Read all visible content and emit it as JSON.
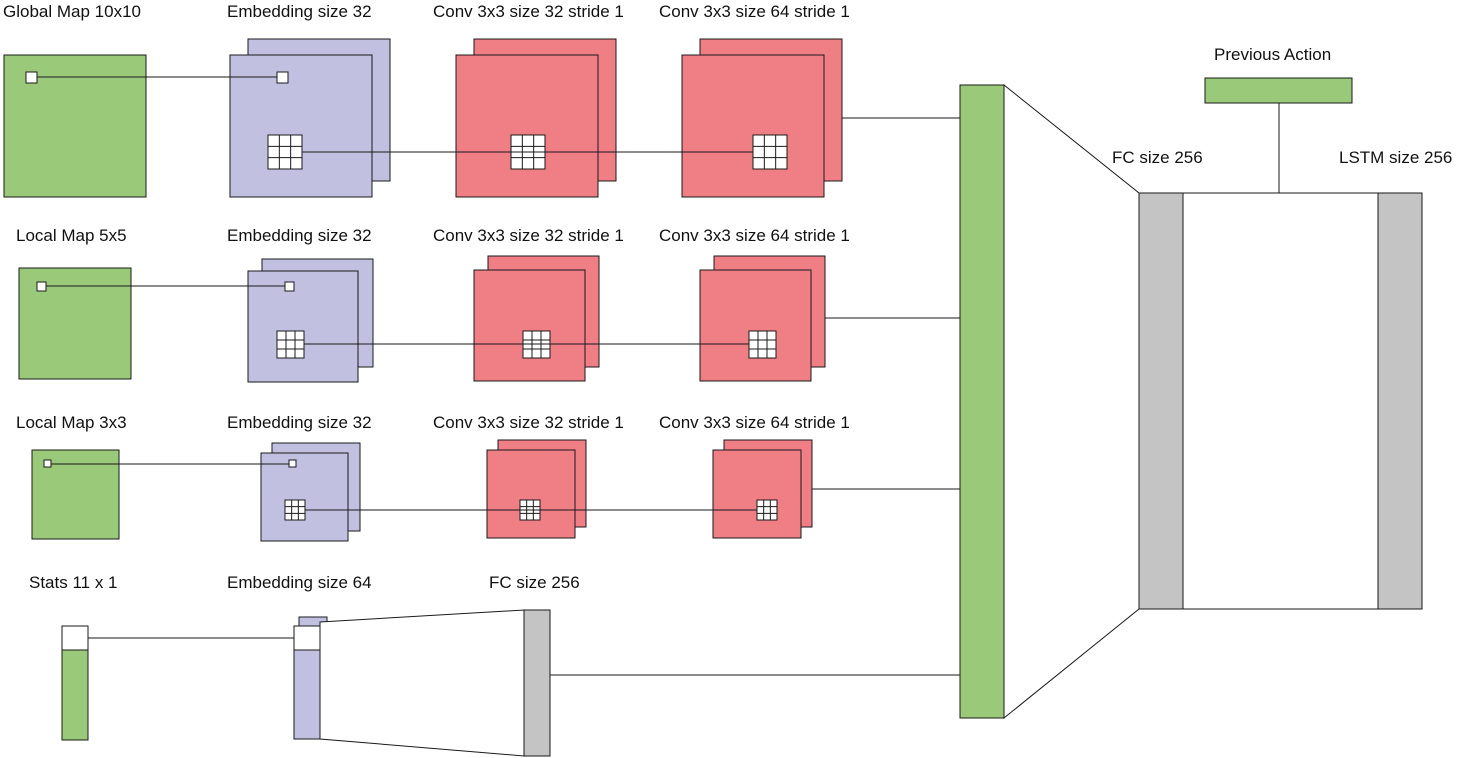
{
  "rows": [
    {
      "input_label": "Global Map 10x10",
      "embedding_label": "Embedding  size 32",
      "conv1_label": "Conv 3x3 size 32 stride 1",
      "conv2_label": "Conv 3x3 size 64 stride 1"
    },
    {
      "input_label": "Local Map 5x5",
      "embedding_label": "Embedding  size 32",
      "conv1_label": "Conv 3x3 size 32 stride 1",
      "conv2_label": "Conv 3x3 size 64 stride 1"
    },
    {
      "input_label": "Local Map 3x3",
      "embedding_label": "Embedding  size 32",
      "conv1_label": "Conv 3x3 size 32 stride 1",
      "conv2_label": "Conv 3x3 size 64 stride 1"
    }
  ],
  "stats": {
    "input_label": "Stats 11 x 1",
    "embedding_label": "Embedding  size 64",
    "fc_label": "FC  size 256"
  },
  "head": {
    "previous_action_label": "Previous Action",
    "fc_label": "FC  size 256",
    "lstm_label": "LSTM  size 256"
  },
  "colors": {
    "input_fill": "#9ac97a",
    "embedding_fill": "#c1c0e0",
    "conv_fill": "#ef7e85",
    "fc_fill": "#c4c4c4",
    "stroke": "#1a1a1a"
  }
}
